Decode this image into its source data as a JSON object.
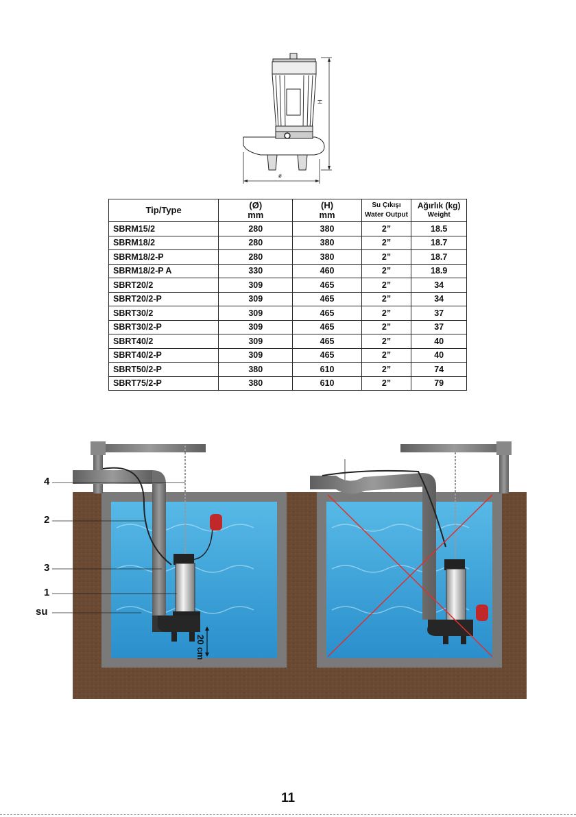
{
  "dimension_drawing": {
    "h_label": "H",
    "diameter_label": "ø"
  },
  "table": {
    "headers": {
      "type": "Tip/Type",
      "diameter_top": "(Ø)",
      "diameter_unit": "mm",
      "height_top": "(H)",
      "height_unit": "mm",
      "output_top": "Su Çıkışı",
      "output_bottom": "Water Output",
      "weight_top": "Ağırlık (kg)",
      "weight_bottom": "Weight"
    },
    "rows": [
      {
        "type": "SBRM15/2",
        "d": "280",
        "h": "380",
        "out": "2”",
        "w": "18.5"
      },
      {
        "type": "SBRM18/2",
        "d": "280",
        "h": "380",
        "out": "2”",
        "w": "18.7"
      },
      {
        "type": "SBRM18/2-P",
        "d": "280",
        "h": "380",
        "out": "2”",
        "w": "18.7"
      },
      {
        "type": "SBRM18/2-P A",
        "d": "330",
        "h": "460",
        "out": "2”",
        "w": "18.9"
      },
      {
        "type": "SBRT20/2",
        "d": "309",
        "h": "465",
        "out": "2”",
        "w": "34"
      },
      {
        "type": "SBRT20/2-P",
        "d": "309",
        "h": "465",
        "out": "2”",
        "w": "34"
      },
      {
        "type": "SBRT30/2",
        "d": "309",
        "h": "465",
        "out": "2”",
        "w": "37"
      },
      {
        "type": "SBRT30/2-P",
        "d": "309",
        "h": "465",
        "out": "2”",
        "w": "37"
      },
      {
        "type": "SBRT40/2",
        "d": "309",
        "h": "465",
        "out": "2”",
        "w": "40"
      },
      {
        "type": "SBRT40/2-P",
        "d": "309",
        "h": "465",
        "out": "2”",
        "w": "40"
      },
      {
        "type": "SBRT50/2-P",
        "d": "380",
        "h": "610",
        "out": "2”",
        "w": "74"
      },
      {
        "type": "SBRT75/2-P",
        "d": "380",
        "h": "610",
        "out": "2”",
        "w": "79"
      }
    ]
  },
  "installation": {
    "callouts": [
      "4",
      "2",
      "3",
      "1",
      "su"
    ],
    "depth_label": "20 cm"
  },
  "colors": {
    "water": "#3aa6d9",
    "soil": "#6b4a34",
    "concrete": "#7a7a7a",
    "cross": "#e0302a"
  },
  "page_number": "11"
}
